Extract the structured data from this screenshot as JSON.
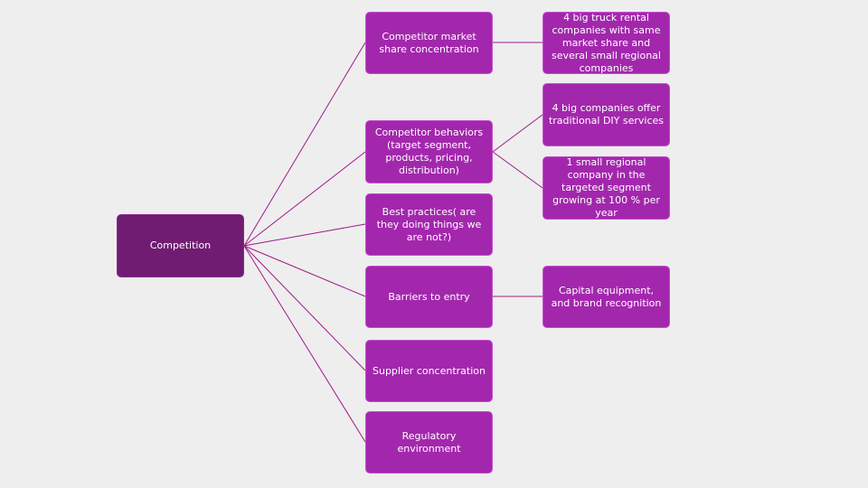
{
  "diagram": {
    "colors": {
      "background": "#eeeeee",
      "root_fill": "#701c72",
      "node_fill": "#a327ad",
      "connector": "#a01a8a",
      "text": "#ffffff"
    },
    "root": {
      "label": "Competition"
    },
    "level1": [
      {
        "label": "Competitor market share concentration"
      },
      {
        "label": "Competitor behaviors (target segment, products, pricing, distribution)"
      },
      {
        "label": "Best practices( are they doing things we are not?)"
      },
      {
        "label": "Barriers to entry"
      },
      {
        "label": "Supplier concentration"
      },
      {
        "label": "Regulatory environment"
      }
    ],
    "level2": [
      {
        "label": "4 big truck rental companies with same market share and several small regional companies"
      },
      {
        "label": "4 big companies offer traditional DIY services"
      },
      {
        "label": "1 small regional company in the targeted segment growing at 100 % per year"
      },
      {
        "label": "Capital equipment, and brand recognition"
      }
    ]
  }
}
